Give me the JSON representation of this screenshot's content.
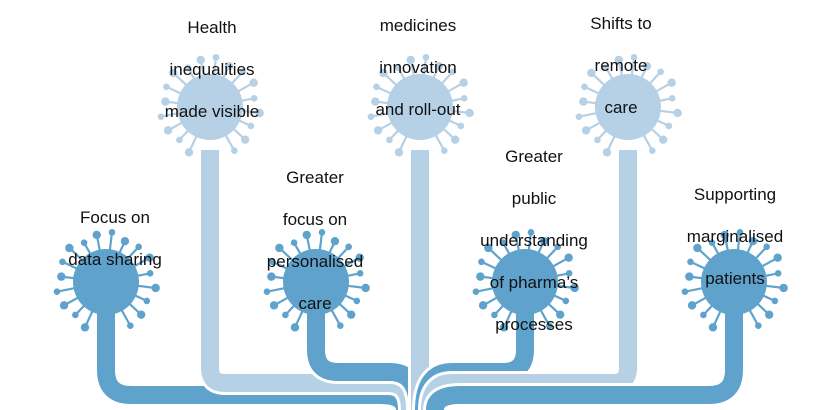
{
  "colors": {
    "dark": "#5fa3cc",
    "light": "#b6d0e6",
    "text": "#111111",
    "background": "#ffffff"
  },
  "icons": [
    "virus-icon"
  ],
  "labels": {
    "focus_data": [
      "Focus on",
      "data sharing"
    ],
    "health": [
      "Health",
      "inequalities",
      "made visible"
    ],
    "personalised": [
      "Greater",
      "focus on",
      "personalised",
      "care"
    ],
    "medicines": [
      "medicines",
      "innovation",
      "and roll-out"
    ],
    "pharma": [
      "Greater",
      "public",
      "understanding",
      "of pharma’s",
      "processes"
    ],
    "remote": [
      "Shifts to",
      "remote",
      "care"
    ],
    "marginalised": [
      "Supporting",
      "marginalised",
      "patients"
    ]
  }
}
